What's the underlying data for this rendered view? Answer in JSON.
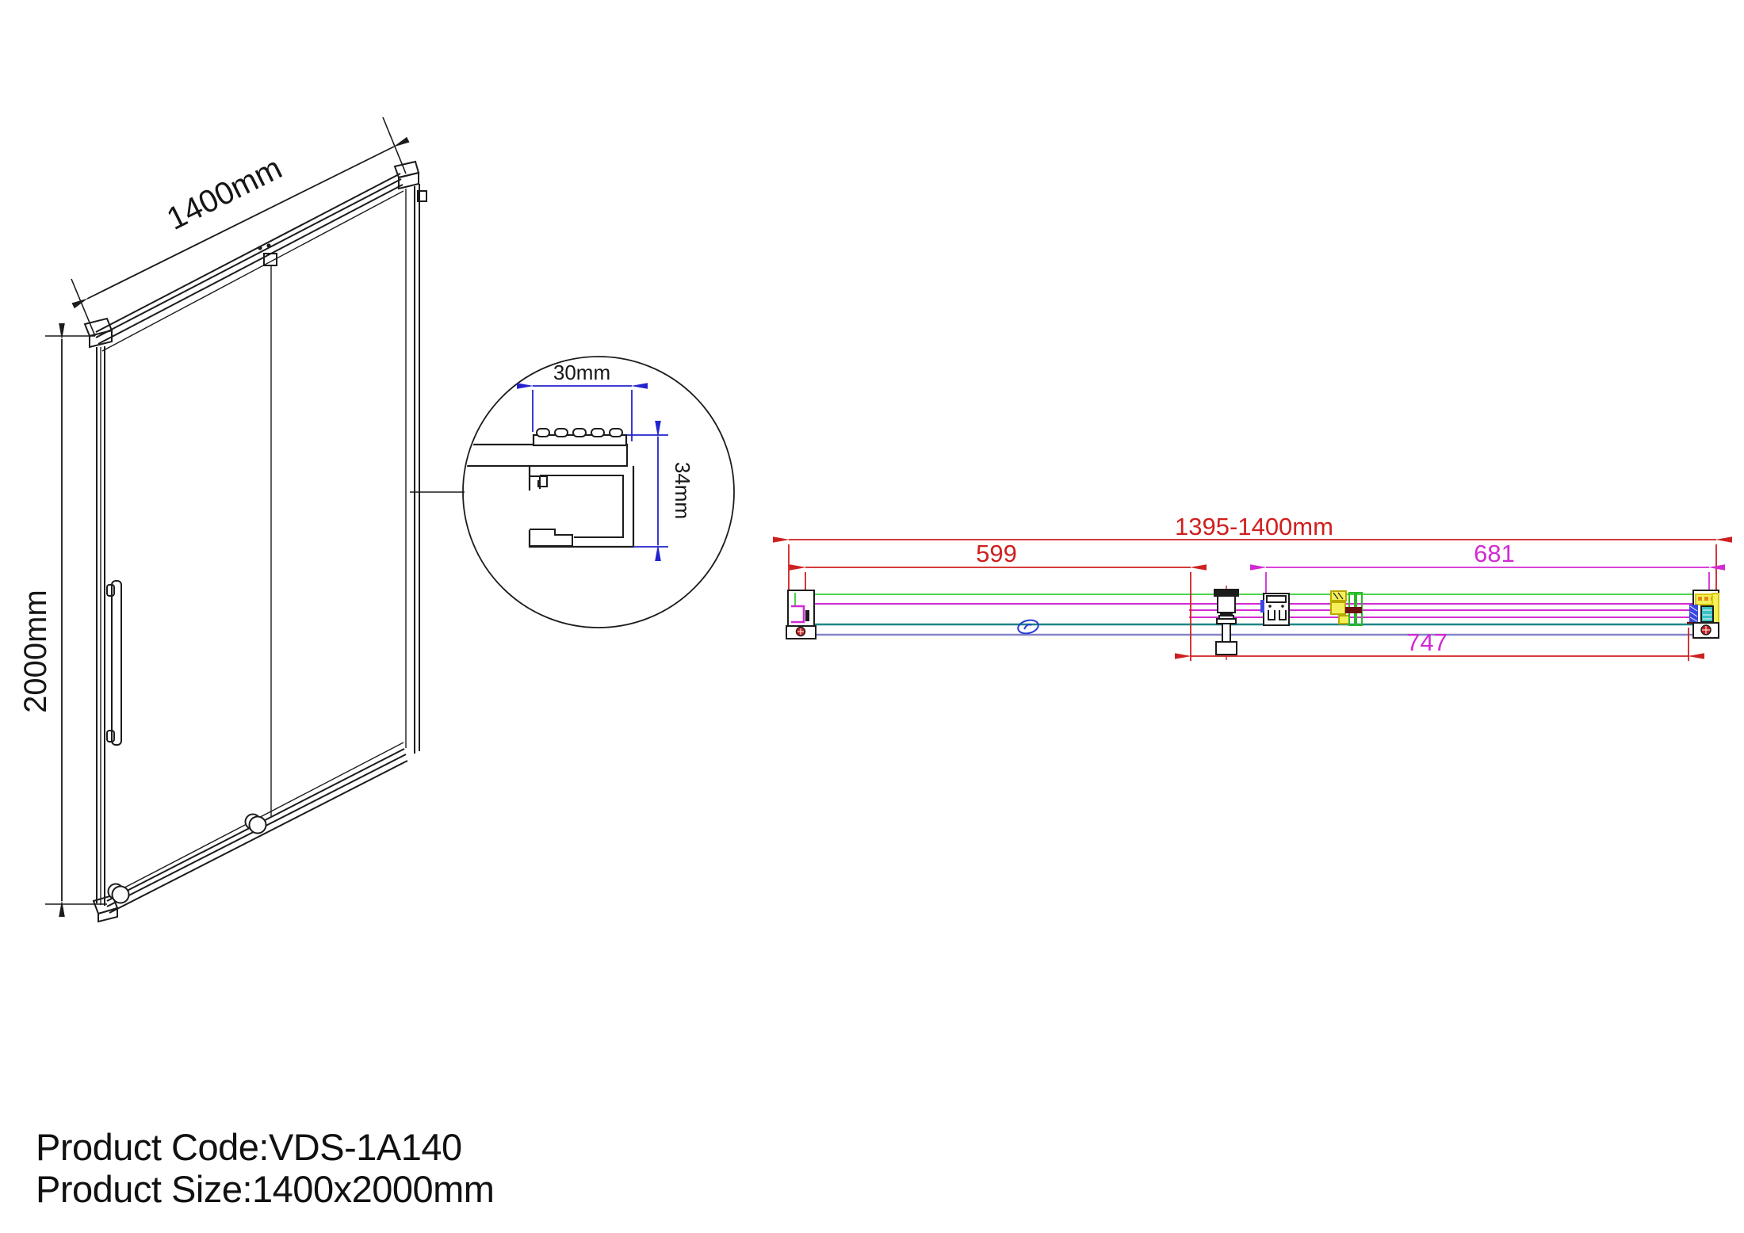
{
  "front_view": {
    "width_dim": "1400mm",
    "height_dim": "2000mm"
  },
  "detail_view": {
    "width_dim": "30mm",
    "height_dim": "34mm"
  },
  "plan_view": {
    "overall_dim": "1395-1400mm",
    "fixed_panel_dim": "599",
    "door_panel_dim": "681",
    "opening_dim": "747"
  },
  "footer": {
    "product_code": "Product Code:VDS-1A140",
    "product_size": "Product Size:1400x2000mm"
  },
  "colors": {
    "line": "#1c1c1c",
    "dim_blue": "#2323cd",
    "dim_red": "#cf2020",
    "dim_magenta": "#d22ad2",
    "glass_green": "#4ed44e",
    "teal": "#1f8585",
    "slate": "#8585c8",
    "yellow": "#f5ef5a",
    "orange": "#e08818",
    "cyan": "#39c2c2",
    "blue": "#3a46e0",
    "dark_red": "#6b0f0f"
  }
}
